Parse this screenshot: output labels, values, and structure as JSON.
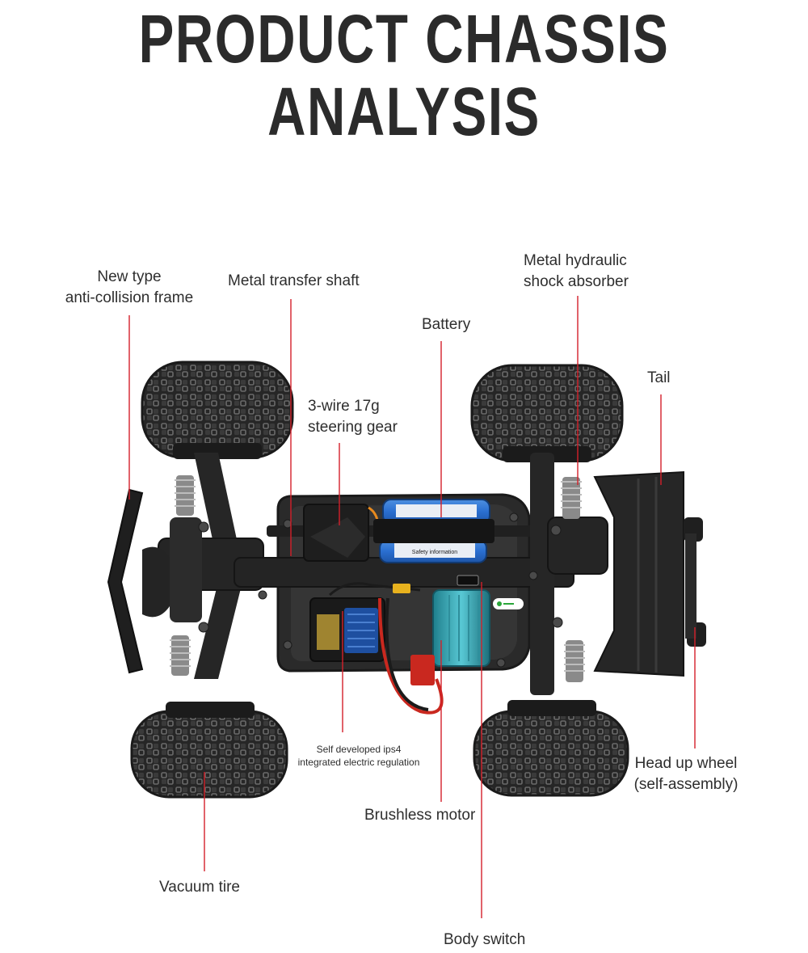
{
  "title": {
    "line1": "PRODUCT CHASSIS",
    "line2": "ANALYSIS"
  },
  "callouts": {
    "anti_collision": [
      "New type",
      "anti-collision frame"
    ],
    "transfer_shaft": "Metal transfer shaft",
    "shock_absorber": [
      "Metal hydraulic",
      "shock absorber"
    ],
    "battery": "Battery",
    "tail": "Tail",
    "steering_gear": [
      "3-wire 17g",
      "steering gear"
    ],
    "esc": [
      "Self developed ips4",
      "integrated electric regulation"
    ],
    "head_up_wheel": [
      "Head up wheel",
      "(self-assembly)"
    ],
    "brushless_motor": "Brushless motor",
    "vacuum_tire": "Vacuum tire",
    "body_switch": "Body switch"
  },
  "product_label": {
    "battery_sticker": "Safety information"
  },
  "colors": {
    "leader_line": "#d4202a",
    "battery": "#2a6fd0",
    "motor": "#2aa6b4",
    "chassis": "#2c2c2c"
  }
}
